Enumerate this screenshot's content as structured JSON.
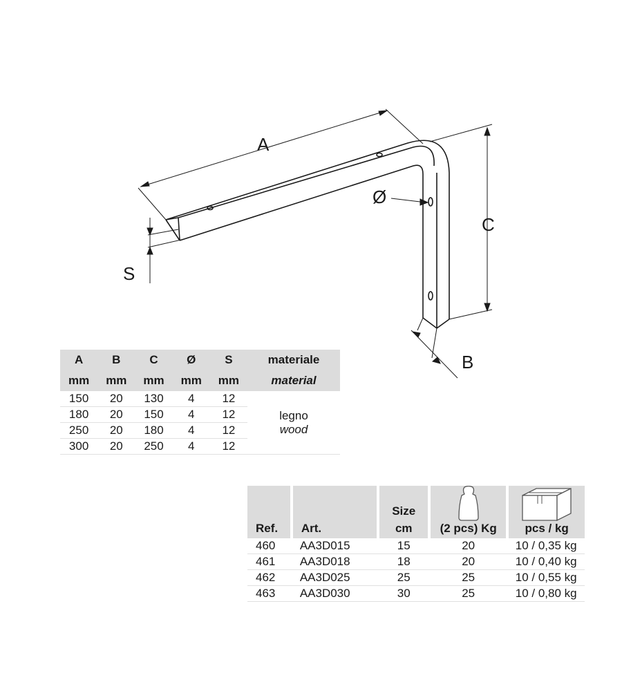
{
  "drawing": {
    "labels": {
      "a": "A",
      "b": "B",
      "c": "C",
      "s": "S",
      "diameter": "Ø"
    }
  },
  "spec_table": {
    "headers": [
      {
        "letter": "A",
        "unit": "mm"
      },
      {
        "letter": "B",
        "unit": "mm"
      },
      {
        "letter": "C",
        "unit": "mm"
      },
      {
        "letter": "Ø",
        "unit": "mm"
      },
      {
        "letter": "S",
        "unit": "mm"
      }
    ],
    "material_header": {
      "it": "materiale",
      "en": "material"
    },
    "rows": [
      [
        "150",
        "20",
        "130",
        "4",
        "12"
      ],
      [
        "180",
        "20",
        "150",
        "4",
        "12"
      ],
      [
        "250",
        "20",
        "180",
        "4",
        "12"
      ],
      [
        "300",
        "20",
        "250",
        "4",
        "12"
      ]
    ],
    "material": {
      "it": "legno",
      "en": "wood"
    }
  },
  "product_table": {
    "headers": {
      "ref": "Ref.",
      "art": "Art.",
      "size_top": "Size",
      "size_bottom": "cm",
      "weight": "(2 pcs) Kg",
      "pack": "pcs / kg"
    },
    "icons": {
      "weight": "weight-icon",
      "pack": "box-icon"
    },
    "rows": [
      [
        "460",
        "AA3D015",
        "15",
        "20",
        "10 / 0,35 kg"
      ],
      [
        "461",
        "AA3D018",
        "18",
        "20",
        "10 / 0,40 kg"
      ],
      [
        "462",
        "AA3D025",
        "25",
        "25",
        "10 / 0,55 kg"
      ],
      [
        "463",
        "AA3D030",
        "30",
        "25",
        "10 / 0,80 kg"
      ]
    ]
  }
}
